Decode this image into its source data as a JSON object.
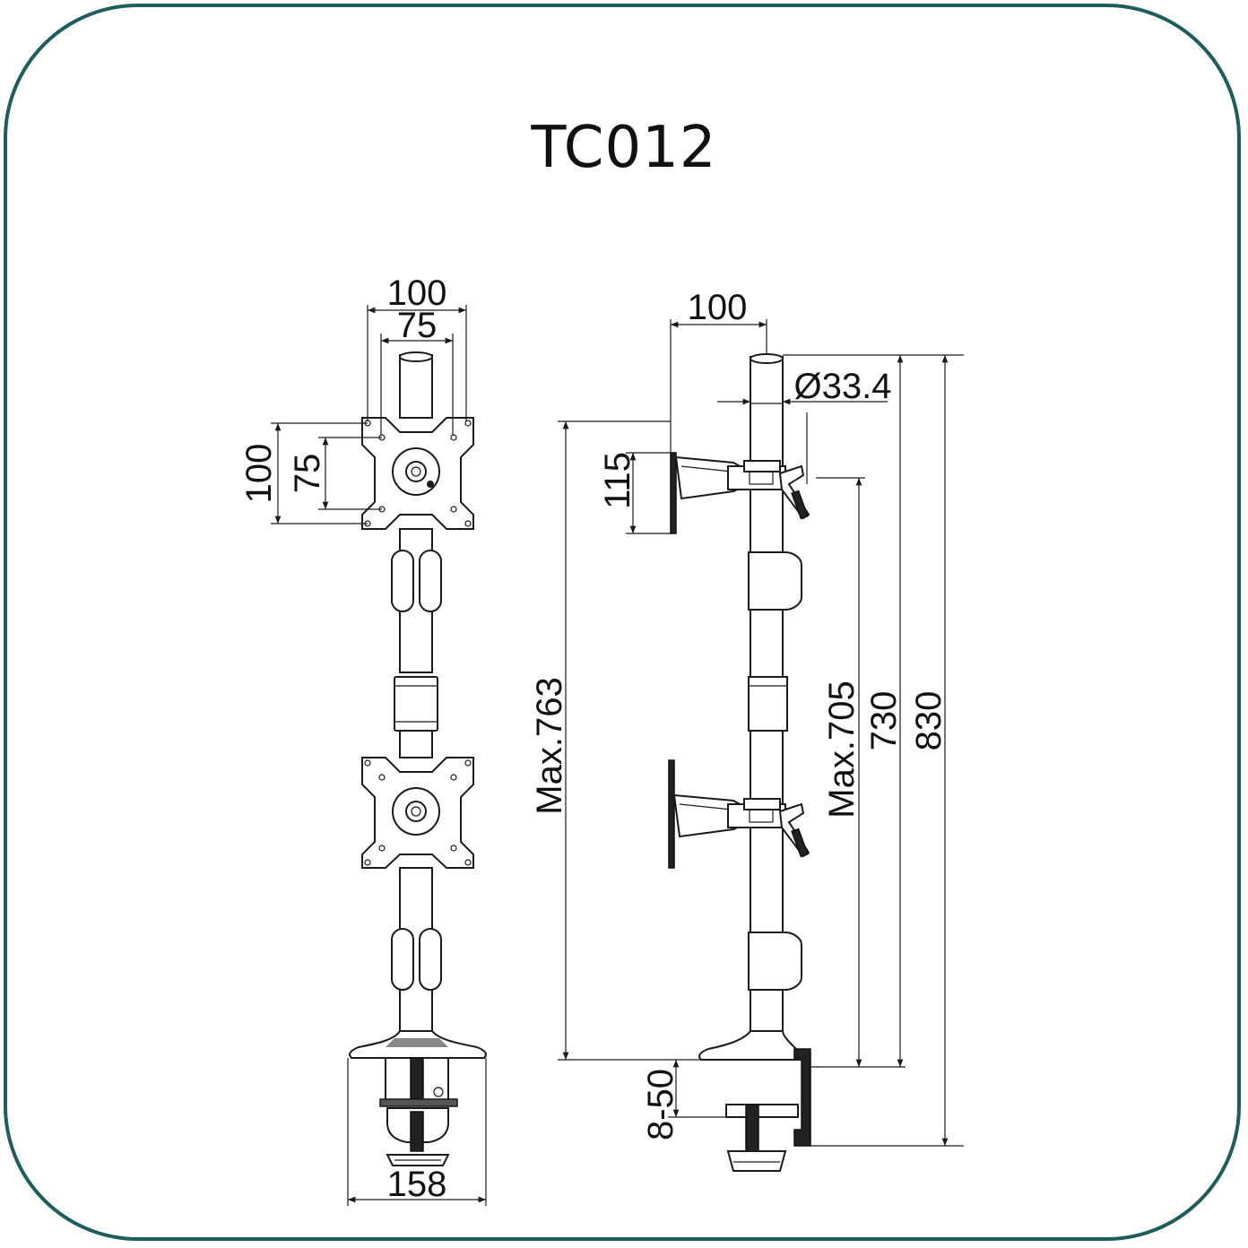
{
  "title": "TC012",
  "front_view": {
    "plate_width_outer": "100",
    "plate_width_inner": "75",
    "plate_height_outer": "100",
    "plate_height_inner": "75",
    "base_width": "158"
  },
  "side_view": {
    "arm_reach": "100",
    "pole_diameter": "Ø33.4",
    "plate_height": "115",
    "max_upper_height": "Max.763",
    "max_lower_height": "Max.705",
    "pole_height": "730",
    "total_height": "830",
    "clamp_range": "8-50"
  },
  "colors": {
    "frame": "#1d5d5c",
    "lines": "#1a1a1a"
  }
}
